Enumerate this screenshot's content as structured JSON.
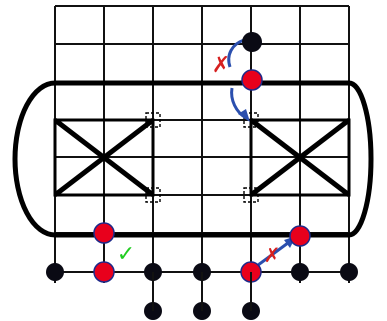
{
  "board": {
    "description_visible_text": "",
    "colors": {
      "grid": "#111111",
      "frame": "#000000",
      "red_marker": "#e8001c",
      "red_marker_stroke": "#1e2a8a",
      "black_dot": "#0a0a14",
      "arrow": "#2b4fae",
      "cross": "#d62020",
      "check": "#22cc22",
      "corner_bracket": "#000000"
    },
    "symbols": {
      "invalid_move_mark": "✗",
      "valid_move_mark": "✓"
    },
    "moves": [
      {
        "id": "top-move",
        "status": "invalid"
      },
      {
        "id": "bottom-left-move",
        "status": "valid"
      },
      {
        "id": "bottom-right-move",
        "status": "invalid"
      }
    ]
  }
}
